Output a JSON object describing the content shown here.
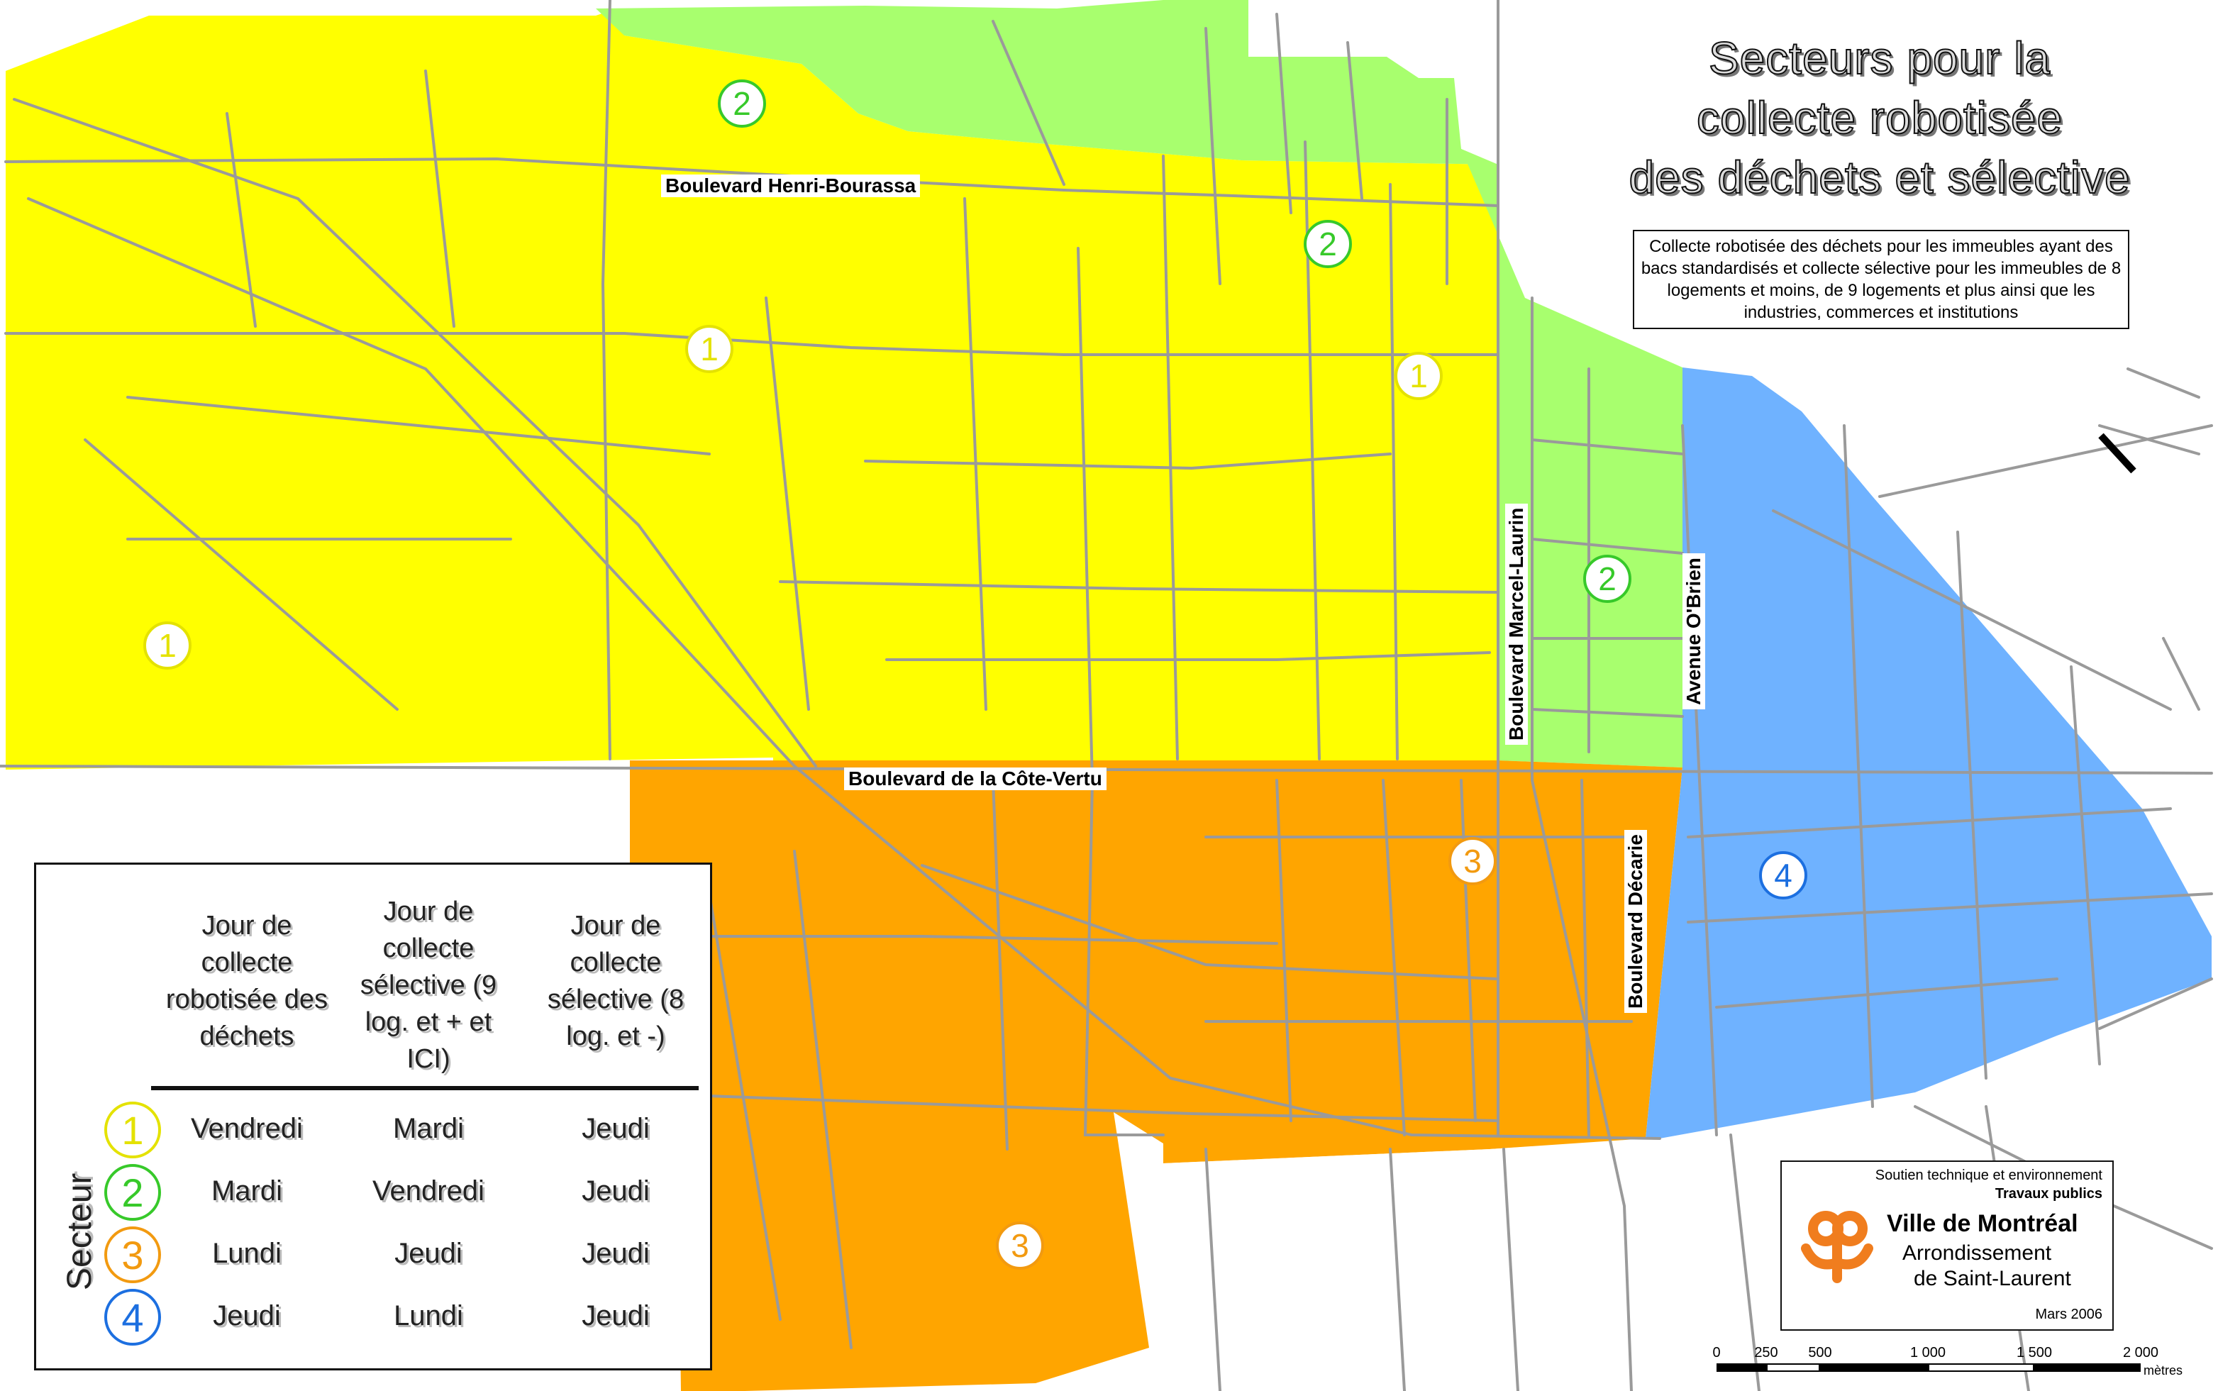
{
  "title": {
    "lines": [
      "Secteurs pour la",
      "collecte robotisée",
      "des déchets et sélective"
    ]
  },
  "subtitle": "Collecte robotisée des déchets pour les immeubles ayant des bacs standardisés et collecte sélective pour les immeubles de 8 logements et moins, de 9 logements et plus ainsi que les industries, commerces et institutions",
  "boulevards": {
    "henri_bourassa": "Boulevard Henri-Bourassa",
    "cote_vertu": "Boulevard de la Côte-Vertu",
    "marcel_laurin": "Boulevard Marcel-Laurin",
    "obrien": "Avenue O'Brien",
    "decarie": "Boulevard Décarie"
  },
  "sector_colors": {
    "1": "#ffff00",
    "2": "#a8ff6e",
    "3": "#ffa500",
    "4": "#6fb2ff"
  },
  "sector_label_colors": {
    "1": "#e4e200",
    "2": "#37c92a",
    "3": "#f29a10",
    "4": "#1c6fe0"
  },
  "sector_labels": [
    "1",
    "2",
    "3",
    "4"
  ],
  "legend": {
    "side_label": "Secteur",
    "headers": [
      "Jour de collecte robotisée des déchets",
      "Jour de collecte sélective (9 log. et + et ICI)",
      "Jour de collecte sélective (8 log. et -)"
    ],
    "rows": [
      {
        "sector": "1",
        "days": [
          "Vendredi",
          "Mardi",
          "Jeudi"
        ]
      },
      {
        "sector": "2",
        "days": [
          "Mardi",
          "Vendredi",
          "Jeudi"
        ]
      },
      {
        "sector": "3",
        "days": [
          "Lundi",
          "Jeudi",
          "Jeudi"
        ]
      },
      {
        "sector": "4",
        "days": [
          "Jeudi",
          "Lundi",
          "Jeudi"
        ]
      }
    ]
  },
  "credit": {
    "line1": "Soutien technique et environnement",
    "line2": "Travaux publics",
    "org": "Ville de Montréal",
    "borough1": "Arrondissement",
    "borough2": "de Saint-Laurent",
    "date": "Mars 2006",
    "logo_color": "#f07d1e"
  },
  "scale": {
    "ticks": [
      "0",
      "250",
      "500",
      "1 000",
      "1 500",
      "2 000"
    ],
    "unit": "mètres"
  },
  "road_color": "#9a9a9a"
}
